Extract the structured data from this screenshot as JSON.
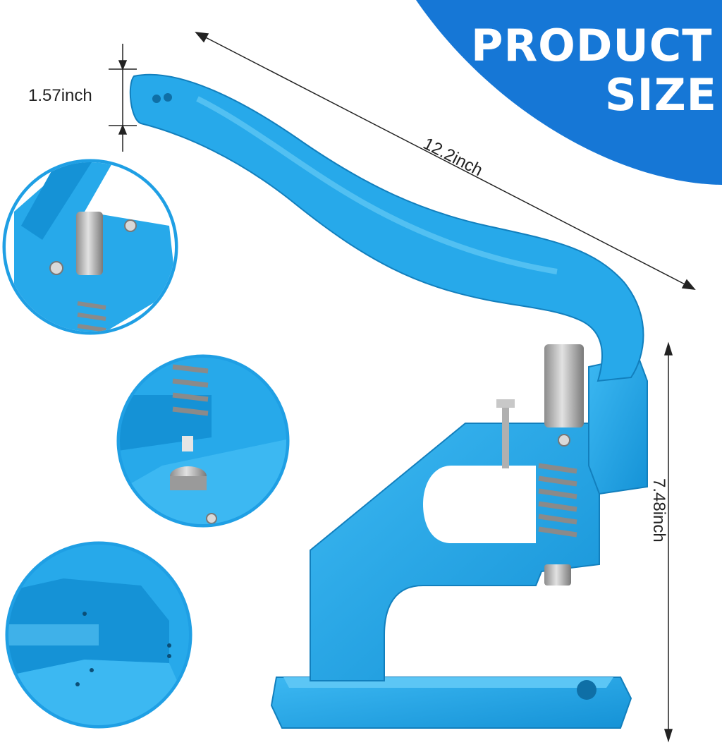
{
  "banner": {
    "line1": "PRODUCT",
    "line2": "SIZE",
    "color": "#1677d6"
  },
  "dimensions": {
    "handle_thickness": "1.57inch",
    "length": "12.2inch",
    "height": "7.48inch"
  },
  "product": {
    "body_color": "#27a9ea",
    "metal_color": "#b7b7b7"
  },
  "insets": [
    {
      "subject": "pivot and upper punch detail"
    },
    {
      "subject": "spring and die detail"
    },
    {
      "subject": "base plate holes detail"
    }
  ]
}
